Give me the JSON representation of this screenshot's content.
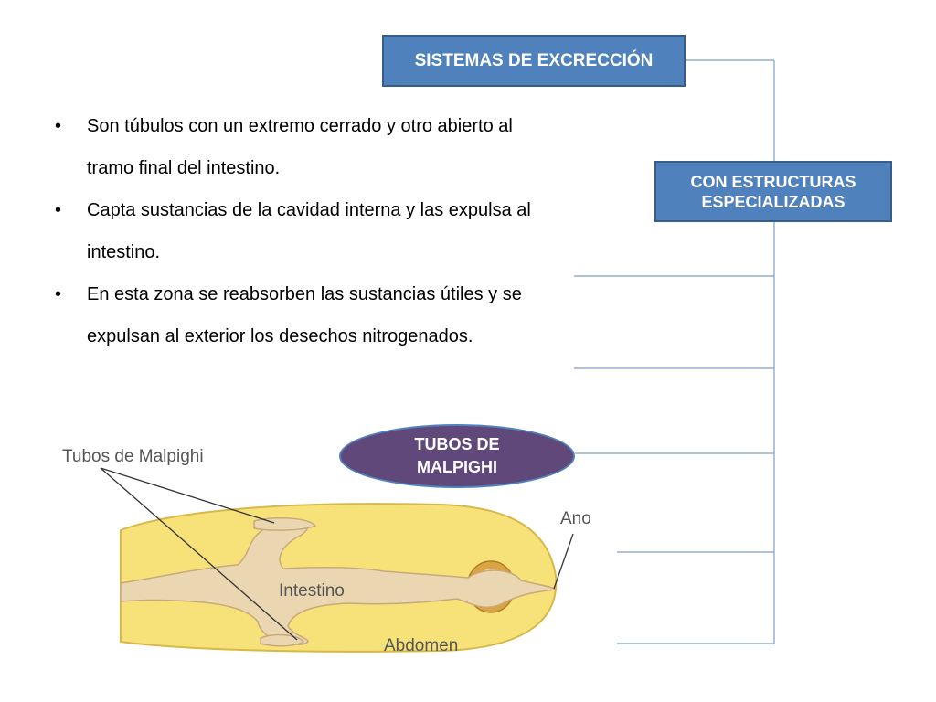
{
  "title_box": "SISTEMAS DE EXCRECCIÓN",
  "category_box": "CON ESTRUCTURAS\nESPECIALIZADAS",
  "highlight_node": "TUBOS DE\nMALPIGHI",
  "bullets": [
    "Son túbulos con un extremo cerrado y otro abierto al tramo final del intestino.",
    "Capta sustancias de la cavidad interna y las expulsa al intestino.",
    "En esta zona se reabsorben las sustancias útiles y se expulsan al exterior los desechos nitrogenados."
  ],
  "figure": {
    "label_malpighi": "Tubos de Malpighi",
    "label_ano": "Ano",
    "label_intestino": "Intestino",
    "label_abdomen": "Abdomen"
  },
  "colors": {
    "box_fill": "#4f81bd",
    "box_border": "#385d8a",
    "oval_fill": "#60497a",
    "connector": "#7f9fc8",
    "abdomen_fill": "#f7e27a",
    "intestine_fill": "#ead7b1"
  }
}
